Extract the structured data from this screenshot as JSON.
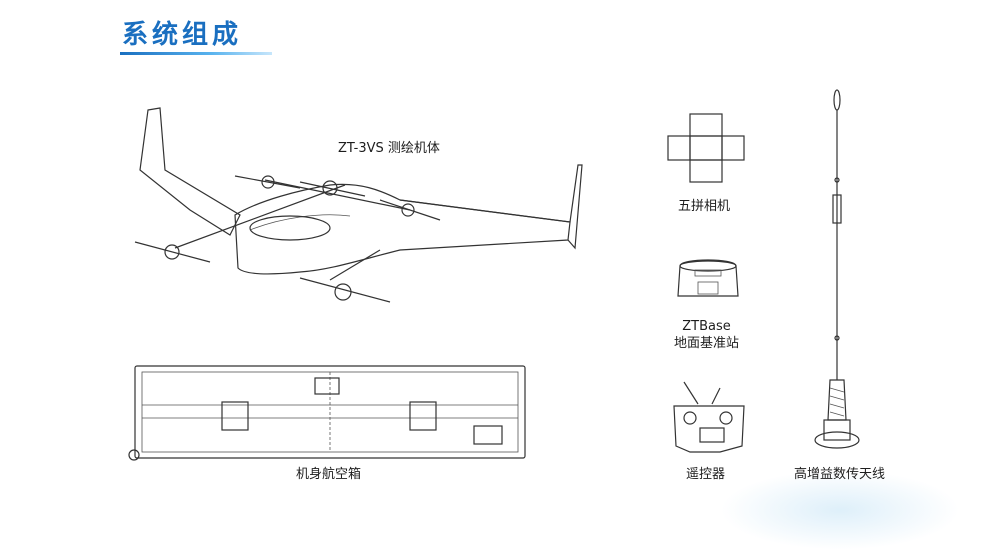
{
  "header": {
    "title": "系统组成"
  },
  "components": {
    "aircraft": {
      "label": "ZT-3VS 测绘机体"
    },
    "case": {
      "label": "机身航空箱"
    },
    "camera": {
      "label": "五拼相机"
    },
    "base_station": {
      "label_line1": "ZTBase",
      "label_line2": "地面基准站"
    },
    "remote": {
      "label": "遥控器"
    },
    "antenna": {
      "label": "高增益数传天线"
    }
  },
  "colors": {
    "title": "#1a6fc0",
    "underline_end": "#c7e6fb",
    "line_art": "#333333"
  }
}
